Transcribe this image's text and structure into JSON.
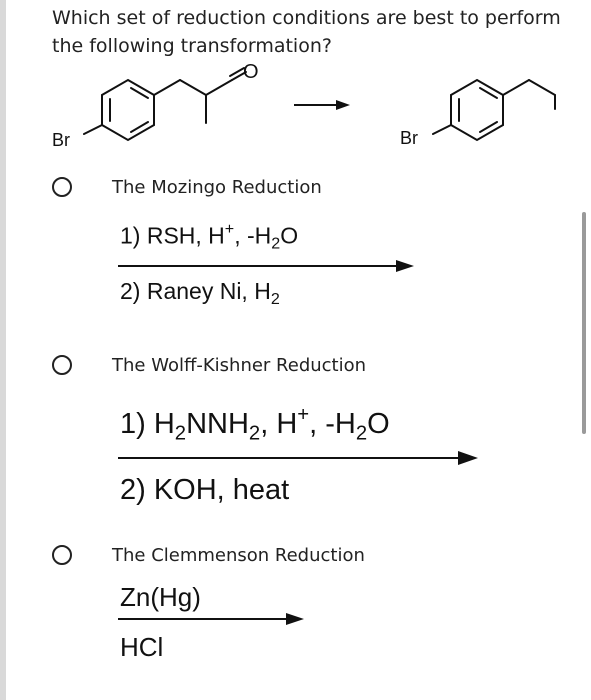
{
  "question": "Which set of reduction conditions are best to perform the following transformation?",
  "reactant": {
    "substituent": "Br",
    "carbonyl_o": "O"
  },
  "product": {
    "substituent": "Br"
  },
  "options": [
    {
      "label": "The Mozingo Reduction",
      "step1": {
        "prefix": "1) RSH, H",
        "sup": "+",
        "mid": ", -H",
        "sub": "2",
        "suffix": "O"
      },
      "step2": {
        "prefix": "2) Raney Ni, H",
        "sub": "2"
      }
    },
    {
      "label": "The Wolff-Kishner Reduction",
      "step1": {
        "p1": "1) H",
        "s1": "2",
        "p2": "NNH",
        "s2": "2",
        "p3": ", H",
        "sup": "+",
        "p4": ", -H",
        "s3": "2",
        "p5": "O"
      },
      "step2": {
        "text": "2) KOH, heat"
      }
    },
    {
      "label": "The Clemmenson Reduction",
      "step1": {
        "text": "Zn(Hg)"
      },
      "step2": {
        "text": "HCl"
      }
    }
  ],
  "colors": {
    "text": "#111111",
    "scrollbar": "#9a9a9a"
  }
}
